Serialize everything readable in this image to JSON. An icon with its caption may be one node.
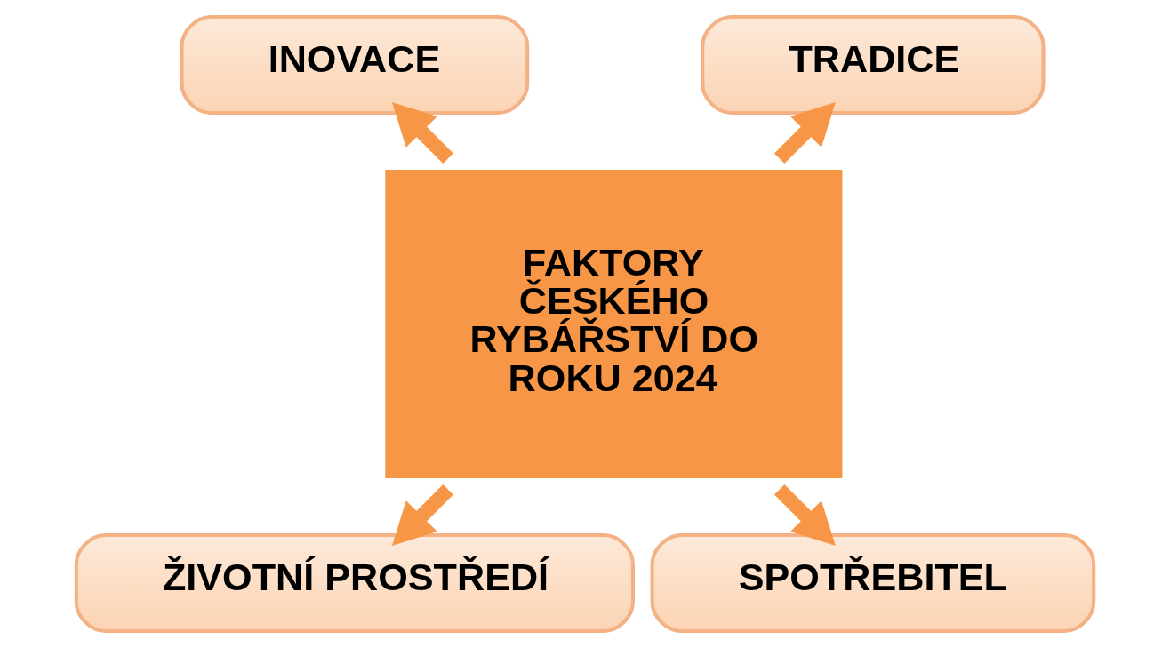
{
  "diagram": {
    "nodes": [
      {
        "text": [
          "TRADICE"
        ]
      },
      {
        "text": [
          "INOVACE"
        ]
      },
      {
        "text": [
          "FAKTORY ČESKÉHO RYBÁŘSTVÍ DO ROKU 2024"
        ]
      },
      {
        "text": [
          "ŽIVOTNÍ PROSTŘEDÍ"
        ]
      },
      {
        "text": [
          "SPOTŘEBITEL"
        ]
      }
    ],
    "edges": [
      {
        "from": 2,
        "to": 0,
        "arrow": "to"
      },
      {
        "from": 2,
        "to": 1,
        "arrow": "to"
      },
      {
        "from": 2,
        "to": 3,
        "arrow": "to"
      },
      {
        "from": 2,
        "to": 4,
        "arrow": "to"
      }
    ]
  }
}
